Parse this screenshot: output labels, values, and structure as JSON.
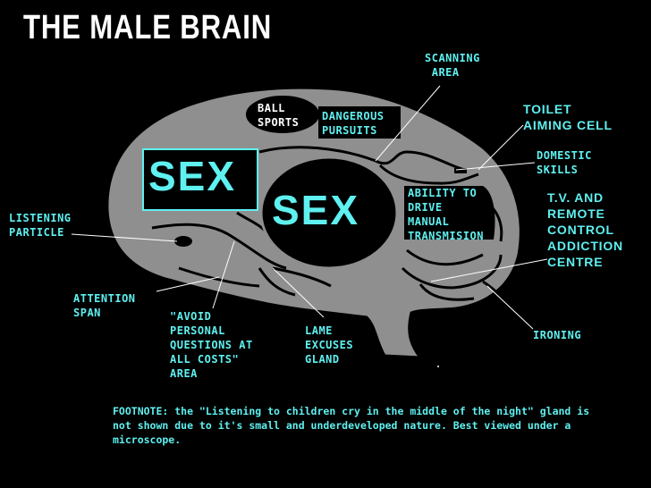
{
  "title": "THE MALE BRAIN",
  "labels": {
    "scanning_area": "SCANNING\n AREA",
    "toilet_aiming_cell": "TOILET\nAIMING CELL",
    "domestic_skills": "DOMESTIC\nSKILLS",
    "tv_remote": "T.V. AND\nREMOTE\nCONTROL\nADDICTION\nCENTRE",
    "ironing": "IRONING",
    "lame_excuses": "LAME\nEXCUSES\nGLAND",
    "avoid_questions": "\"AVOID\nPERSONAL\nQUESTIONS AT\nALL COSTS\"\nAREA",
    "attention_span": "ATTENTION\nSPAN",
    "listening_particle": "LISTENING\nPARTICLE",
    "ball_sports": "BALL\nSPORTS",
    "dangerous_pursuits": "DANGEROUS\nPURSUITS",
    "ability_to_drive": "ABILITY TO\nDRIVE\nMANUAL\nTRANSMISION",
    "sex_left": "SEX",
    "sex_center": "SEX"
  },
  "footnote": "FOOTNOTE: the \"Listening to children cry in the middle of the night\" gland is not shown due to it's small and underdeveloped nature.  Best viewed under a microscope."
}
